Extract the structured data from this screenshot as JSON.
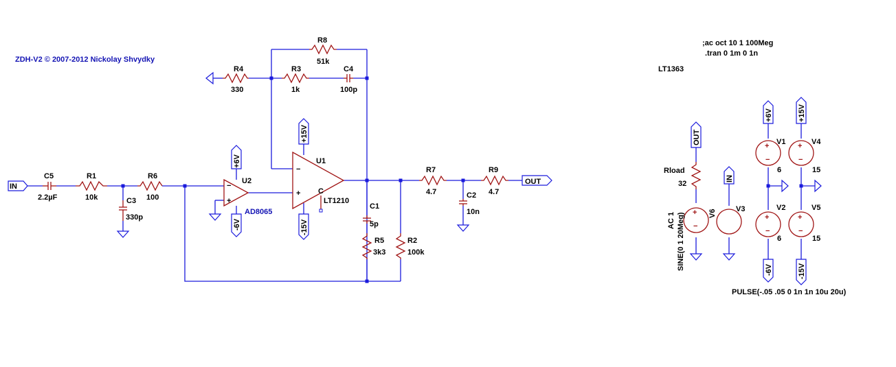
{
  "title": "ZDH-V2 © 2007-2012 Nickolay Shvydky",
  "directives": {
    "ac": ";ac oct 10 1 100Meg",
    "tran": ".tran 0 1m 0 1n",
    "model": "LT1363"
  },
  "components": {
    "R8": {
      "ref": "R8",
      "value": "51k"
    },
    "R4": {
      "ref": "R4",
      "value": "330"
    },
    "R3": {
      "ref": "R3",
      "value": "1k"
    },
    "C4": {
      "ref": "C4",
      "value": "100p"
    },
    "C5": {
      "ref": "C5",
      "value": "2.2µF"
    },
    "R1": {
      "ref": "R1",
      "value": "10k"
    },
    "R6": {
      "ref": "R6",
      "value": "100"
    },
    "C3": {
      "ref": "C3",
      "value": "330p"
    },
    "U2": {
      "ref": "U2",
      "value": "AD8065"
    },
    "U1": {
      "ref": "U1",
      "value": "LT1210"
    },
    "C1": {
      "ref": "C1",
      "value": "5p"
    },
    "R5": {
      "ref": "R5",
      "value": "3k3"
    },
    "R2": {
      "ref": "R2",
      "value": "100k"
    },
    "R7": {
      "ref": "R7",
      "value": "4.7"
    },
    "R9": {
      "ref": "R9",
      "value": "4.7"
    },
    "C2": {
      "ref": "C2",
      "value": "10n"
    },
    "Rload": {
      "ref": "Rload",
      "value": "32"
    },
    "V6": {
      "ref": "V6",
      "value1": "AC 1",
      "value2": "SINE(0 1 20Meg)"
    },
    "V3": {
      "ref": "V3",
      "value": "PULSE(-.05 .05 0 1n 1n 10u 20u)"
    },
    "V1": {
      "ref": "V1",
      "value": "6"
    },
    "V2": {
      "ref": "V2",
      "value": "6"
    },
    "V4": {
      "ref": "V4",
      "value": "15"
    },
    "V5": {
      "ref": "V5",
      "value": "15"
    }
  },
  "nets": {
    "in": "IN",
    "out": "OUT",
    "p6": "+6V",
    "n6": "-6V",
    "p15": "+15V",
    "n15": "-15V",
    "opamp_c": "C"
  },
  "colors": {
    "wire": "#1a1adc",
    "component": "#a01414",
    "text": "#000000",
    "label_blue": "#1414b4"
  }
}
